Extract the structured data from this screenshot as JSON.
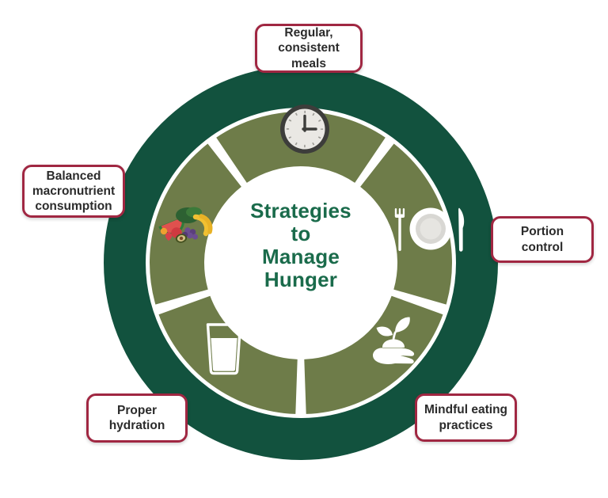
{
  "diagram": {
    "title": "Strategies\nto\nManage\nHunger",
    "labels": [
      {
        "name": "regular-consistent-meals",
        "text": "Regular,\nconsistent\nmeals"
      },
      {
        "name": "balanced-macronutrient-consumption",
        "text": "Balanced\nmacronutrient\nconsumption"
      },
      {
        "name": "portion-control",
        "text": "Portion\ncontrol"
      },
      {
        "name": "proper-hydration",
        "text": "Proper\nhydration"
      },
      {
        "name": "mindful-eating-practices",
        "text": "Mindful eating\npractices"
      }
    ],
    "segments": [
      {
        "strategy": "Regular, consistent meals",
        "icon": "clock-icon",
        "position": "top"
      },
      {
        "strategy": "Portion control",
        "icon": "plate-cutlery-icon",
        "position": "right"
      },
      {
        "strategy": "Mindful eating practices",
        "icon": "hand-plant-icon",
        "position": "bottom-right"
      },
      {
        "strategy": "Proper hydration",
        "icon": "water-glass-icon",
        "position": "bottom-left"
      },
      {
        "strategy": "Balanced macronutrient consumption",
        "icon": "fruits-vegetables-icon",
        "position": "left"
      }
    ]
  },
  "colors": {
    "page-bg": "#ffffff",
    "ring-dark": "#12523e",
    "ring-olive": "#6e7c49",
    "title-green": "#1a6b4b",
    "box-border": "#a02742",
    "box-bg": "#ffffff",
    "box-text": "#2b2b2b"
  }
}
